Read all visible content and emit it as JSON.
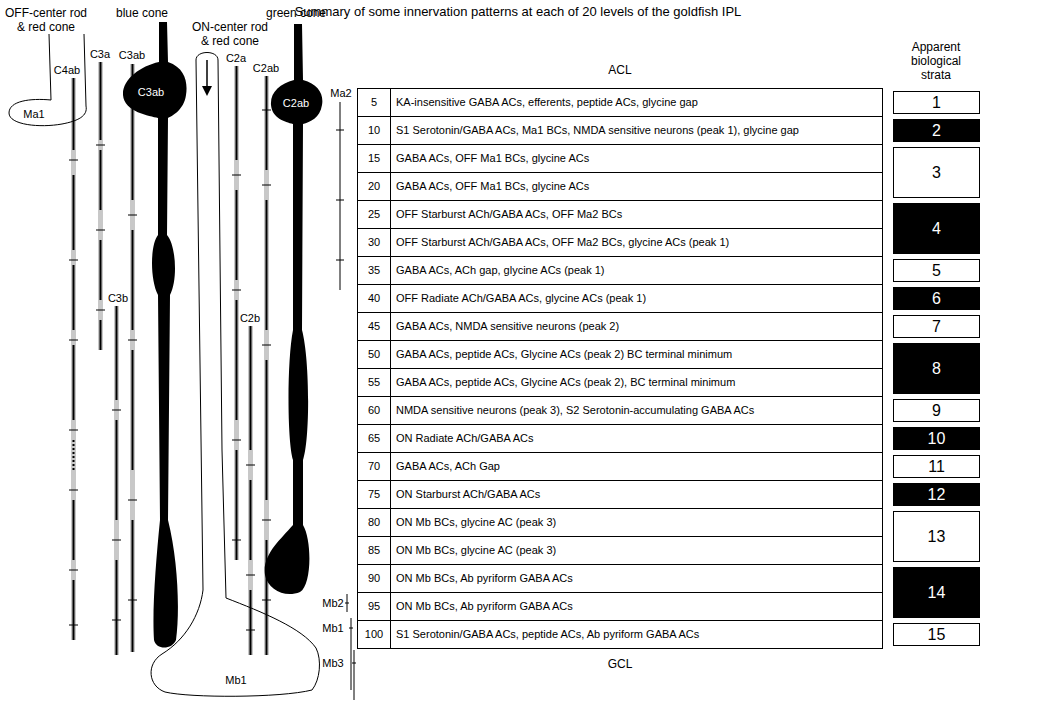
{
  "diagram": {
    "title": "Summary of some innervation patterns at each of 20 levels of the goldfish IPL",
    "nodes": [
      {
        "text": [
          "5",
          "KA-insensitive GABA ACs, efferents, peptide ACs, glycine gap"
        ]
      },
      {
        "text": [
          "10",
          "S1 Serotonin/GABA ACs, Ma1 BCs, NMDA sensitive neurons (peak 1), glycine gap"
        ]
      },
      {
        "text": [
          "15",
          "GABA ACs, OFF Ma1 BCs, glycine ACs"
        ]
      },
      {
        "text": [
          "20",
          "GABA ACs, OFF Ma1 BCs, glycine ACs"
        ]
      },
      {
        "text": [
          "25",
          "OFF Starburst ACh/GABA ACs, OFF Ma2 BCs"
        ]
      },
      {
        "text": [
          "30",
          "OFF Starburst ACh/GABA ACs, OFF Ma2 BCs, glycine ACs (peak 1)"
        ]
      },
      {
        "text": [
          "35",
          "GABA ACs, ACh gap, glycine ACs (peak 1)"
        ]
      },
      {
        "text": [
          "40",
          "OFF Radiate ACh/GABA ACs, glycine ACs (peak 1)"
        ]
      },
      {
        "text": [
          "45",
          "GABA ACs, NMDA sensitive neurons (peak 2)"
        ]
      },
      {
        "text": [
          "50",
          "GABA ACs, peptide ACs, Glycine ACs (peak 2) BC terminal minimum"
        ]
      },
      {
        "text": [
          "55",
          "GABA ACs, peptide ACs, Glycine ACs (peak 2), BC terminal minimum"
        ]
      },
      {
        "text": [
          "60",
          "NMDA sensitive neurons (peak 3), S2 Serotonin-accumulating GABA ACs"
        ]
      },
      {
        "text": [
          "65",
          "ON Radiate ACh/GABA ACs"
        ]
      },
      {
        "text": [
          "70",
          "GABA ACs, ACh Gap"
        ]
      },
      {
        "text": [
          "75",
          "ON Starburst ACh/GABA ACs"
        ]
      },
      {
        "text": [
          "80",
          "ON Mb BCs, glycine AC (peak 3)"
        ]
      },
      {
        "text": [
          "85",
          "ON Mb BCs, glycine AC (peak 3)"
        ]
      },
      {
        "text": [
          "90",
          "ON Mb BCs, Ab pyriform GABA ACs"
        ]
      },
      {
        "text": [
          "95",
          "ON Mb BCs, Ab pyriform GABA ACs"
        ]
      },
      {
        "text": [
          "100",
          "S1 Serotonin/GABA ACs, peptide ACs, Ab pyriform GABA ACs"
        ]
      },
      {
        "text": [
          "1"
        ]
      },
      {
        "text": [
          "2"
        ]
      },
      {
        "text": [
          "3"
        ]
      },
      {
        "text": [
          "4"
        ]
      },
      {
        "text": [
          "5"
        ]
      },
      {
        "text": [
          "6"
        ]
      },
      {
        "text": [
          "7"
        ]
      },
      {
        "text": [
          "8"
        ]
      },
      {
        "text": [
          "9"
        ]
      },
      {
        "text": [
          "10"
        ]
      },
      {
        "text": [
          "11"
        ]
      },
      {
        "text": [
          "12"
        ]
      },
      {
        "text": [
          "13"
        ]
      },
      {
        "text": [
          "14"
        ]
      },
      {
        "text": [
          "15"
        ]
      }
    ],
    "labels": [
      "OFF-center rod & red cone",
      "blue cone",
      "ON-center rod & red cone",
      "green cone",
      "C4ab",
      "C3a",
      "C3ab",
      "C3ab",
      "C3b",
      "C2a",
      "C2ab",
      "C2ab",
      "C2b",
      "Ma1",
      "Ma2",
      "Mb2",
      "Mb1",
      "Mb3",
      "Mb1",
      "ACL",
      "Apparent biological strata",
      "GCL"
    ]
  }
}
